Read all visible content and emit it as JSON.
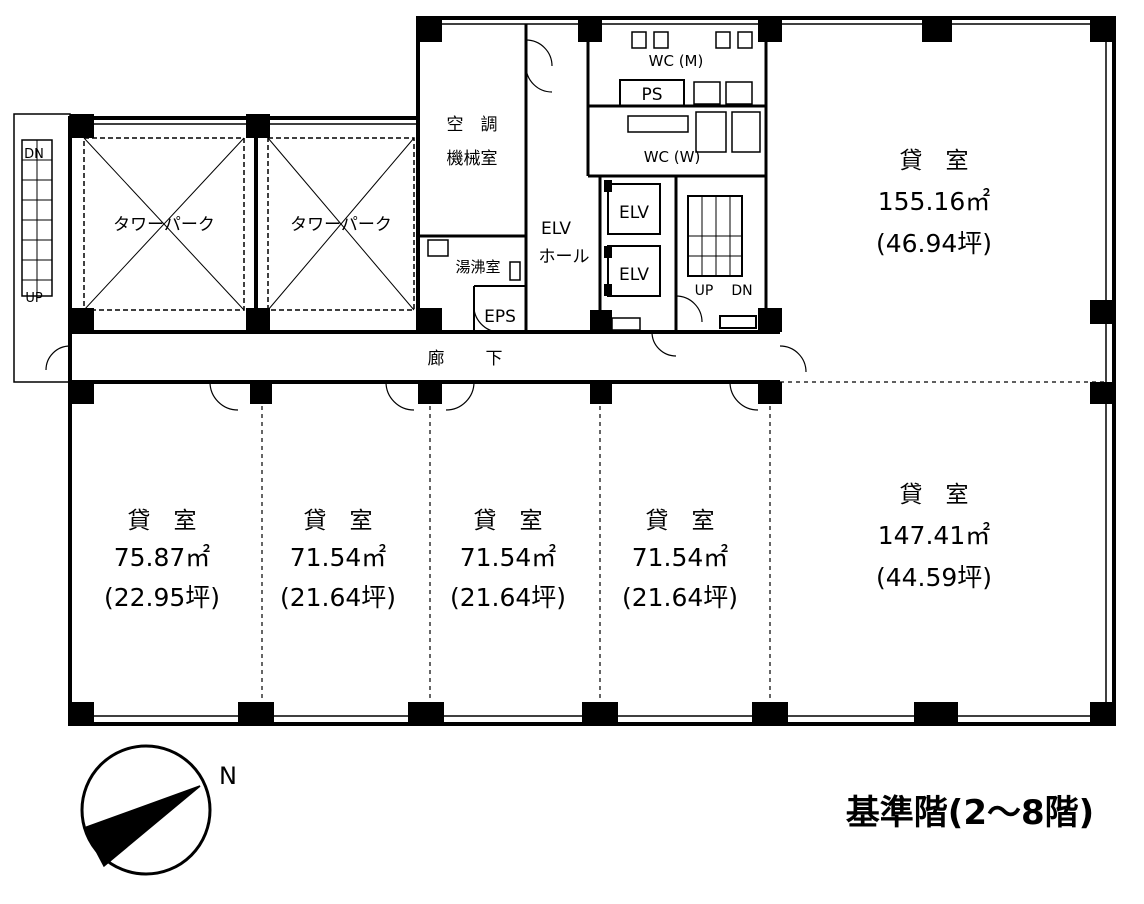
{
  "title": "基準階(2〜8階)",
  "compass": {
    "north_label": "N"
  },
  "units": {
    "unit_1": {
      "label": "貸　室",
      "area_m2": "75.87㎡",
      "area_tsubo": "(22.95坪)"
    },
    "unit_2": {
      "label": "貸　室",
      "area_m2": "71.54㎡",
      "area_tsubo": "(21.64坪)"
    },
    "unit_3": {
      "label": "貸　室",
      "area_m2": "71.54㎡",
      "area_tsubo": "(21.64坪)"
    },
    "unit_4": {
      "label": "貸　室",
      "area_m2": "71.54㎡",
      "area_tsubo": "(21.64坪)"
    },
    "unit_5": {
      "label": "貸　室",
      "area_m2": "147.41㎡",
      "area_tsubo": "(44.59坪)"
    },
    "unit_6": {
      "label": "貸　室",
      "area_m2": "155.16㎡",
      "area_tsubo": "(46.94坪)"
    }
  },
  "rooms": {
    "tower_park_1": "タワーパーク",
    "tower_park_2": "タワーパーク",
    "hvac_line1": "空　調",
    "hvac_line2": "機械室",
    "kitchenette": "湯沸室",
    "eps": "EPS",
    "elv_hall_line1": "ELV",
    "elv_hall_line2": "ホール",
    "elv_1": "ELV",
    "elv_2": "ELV",
    "wc_m": "WC (M)",
    "wc_w": "WC (W)",
    "ps": "PS",
    "corridor_1": "廊",
    "corridor_2": "下"
  },
  "stairs": {
    "left_dn": "DN",
    "left_up": "UP",
    "core_up": "UP",
    "core_dn": "DN"
  }
}
